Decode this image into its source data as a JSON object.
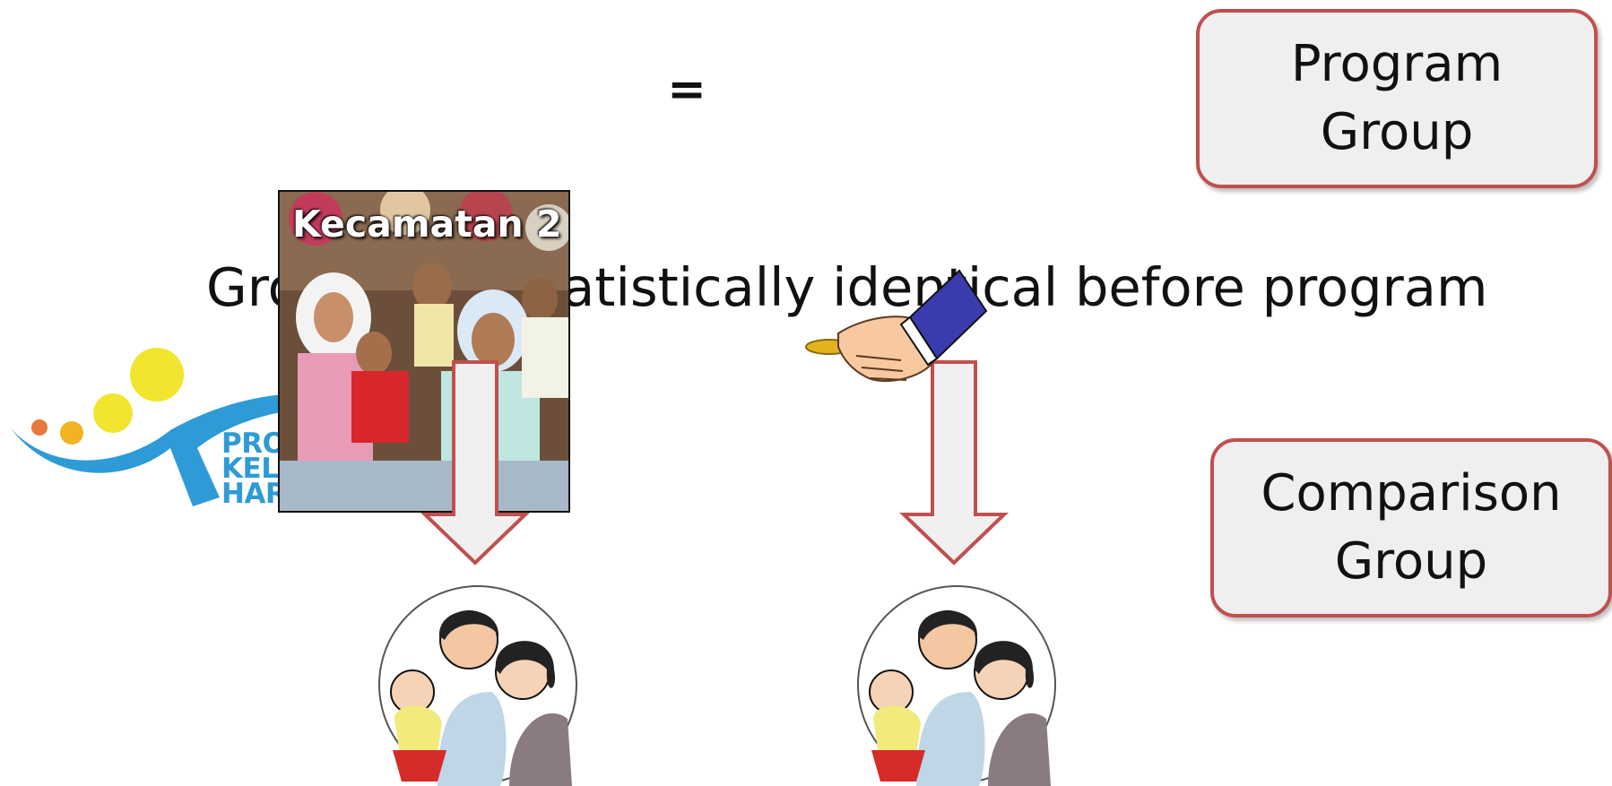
{
  "equals_sign": "=",
  "statement": "Groups are statistically identical before program",
  "program_box": {
    "line1": "Program",
    "line2": "Group"
  },
  "comparison_box": {
    "line1": "Comparison",
    "line2": "Group"
  },
  "photo": {
    "caption": "Kecamatan 2"
  },
  "logo": {
    "line1": "PROGRAM",
    "line2": "KELUARGA",
    "line3": "HARAPAN"
  },
  "colors": {
    "box_border": "#c0504d",
    "box_fill": "#efefef",
    "arrow_border": "#c0504d",
    "logo_blue": "#2e9bd6",
    "logo_yellow": "#f2e52e"
  }
}
